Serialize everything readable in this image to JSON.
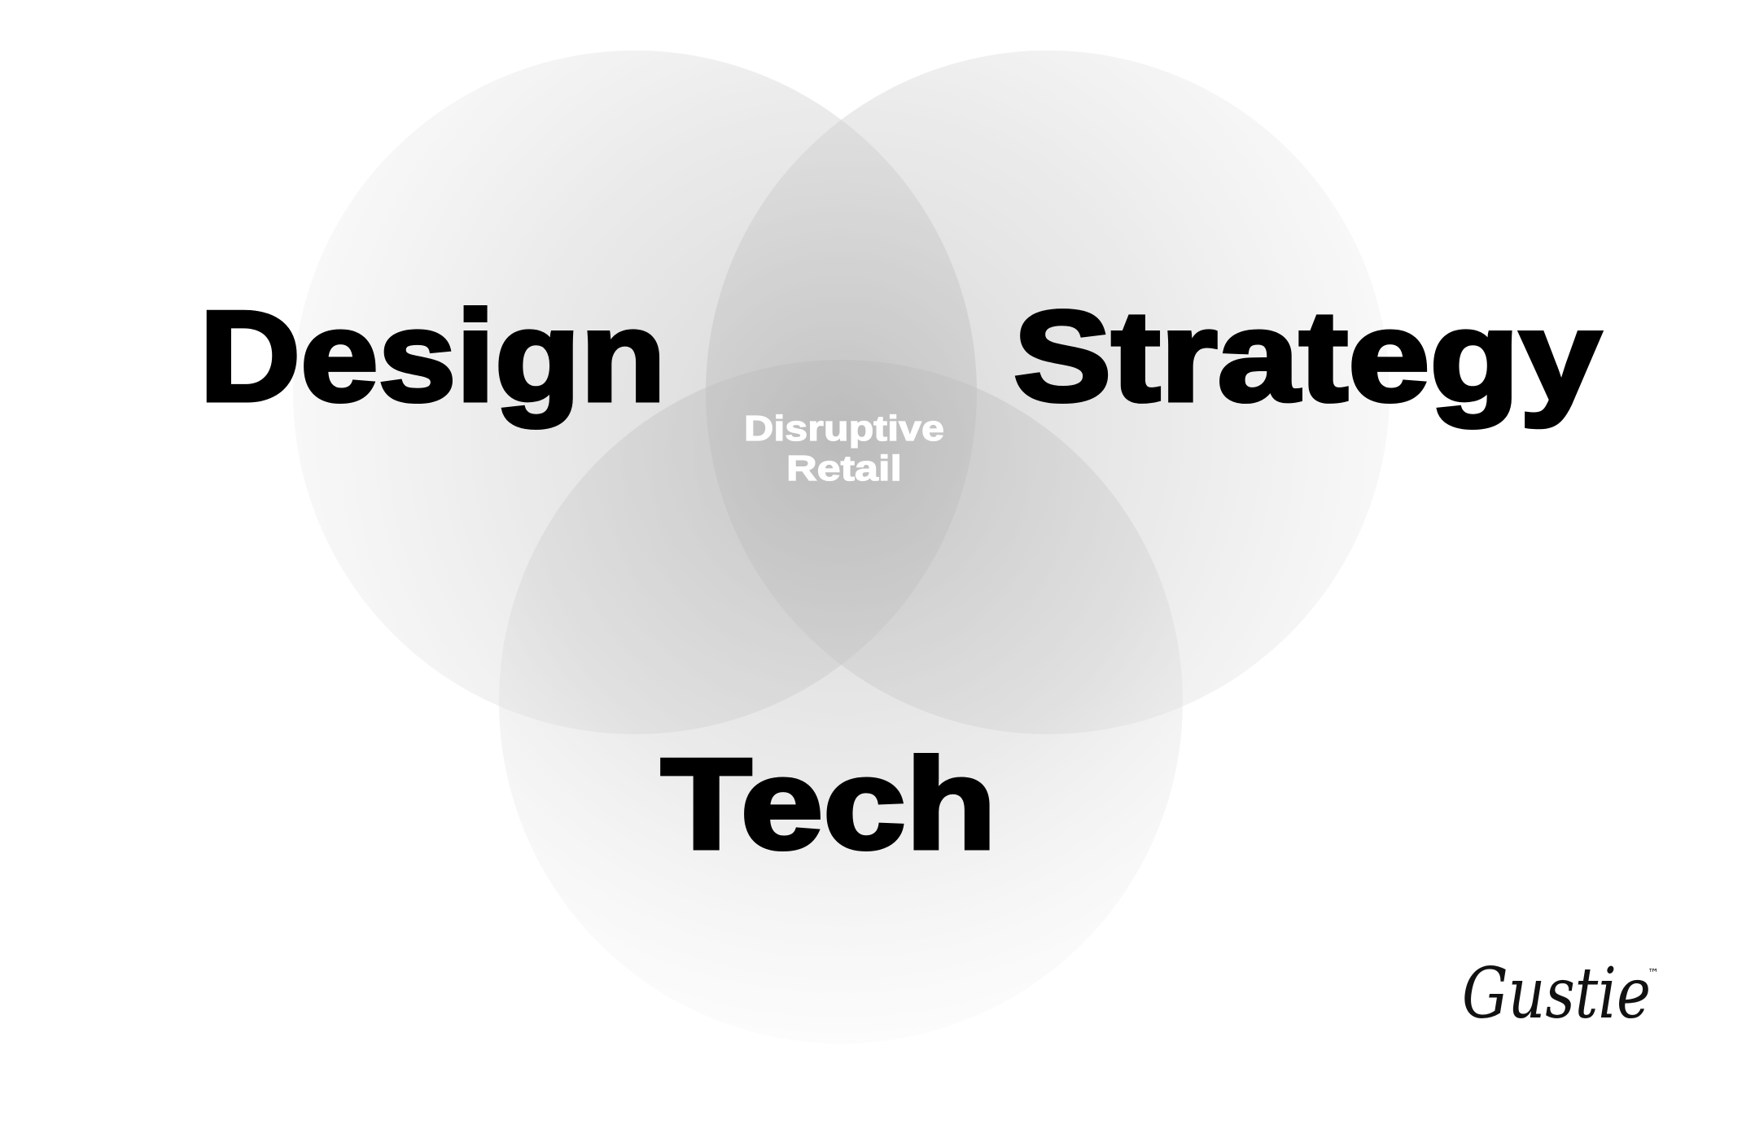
{
  "diagram": {
    "sets": [
      {
        "id": "design",
        "label": "Design"
      },
      {
        "id": "strategy",
        "label": "Strategy"
      },
      {
        "id": "tech",
        "label": "Tech"
      }
    ],
    "intersection": {
      "line1": "Disruptive",
      "line2": "Retail"
    }
  },
  "brand": {
    "logo_text": "Gustie",
    "trademark": "™"
  },
  "colors": {
    "background": "#ffffff",
    "circle_light": "#f6f6f6",
    "circle_mid": "#dcdcdc",
    "circle_dark": "#c8c8c8",
    "label": "#000000",
    "center_label": "#ffffff"
  }
}
